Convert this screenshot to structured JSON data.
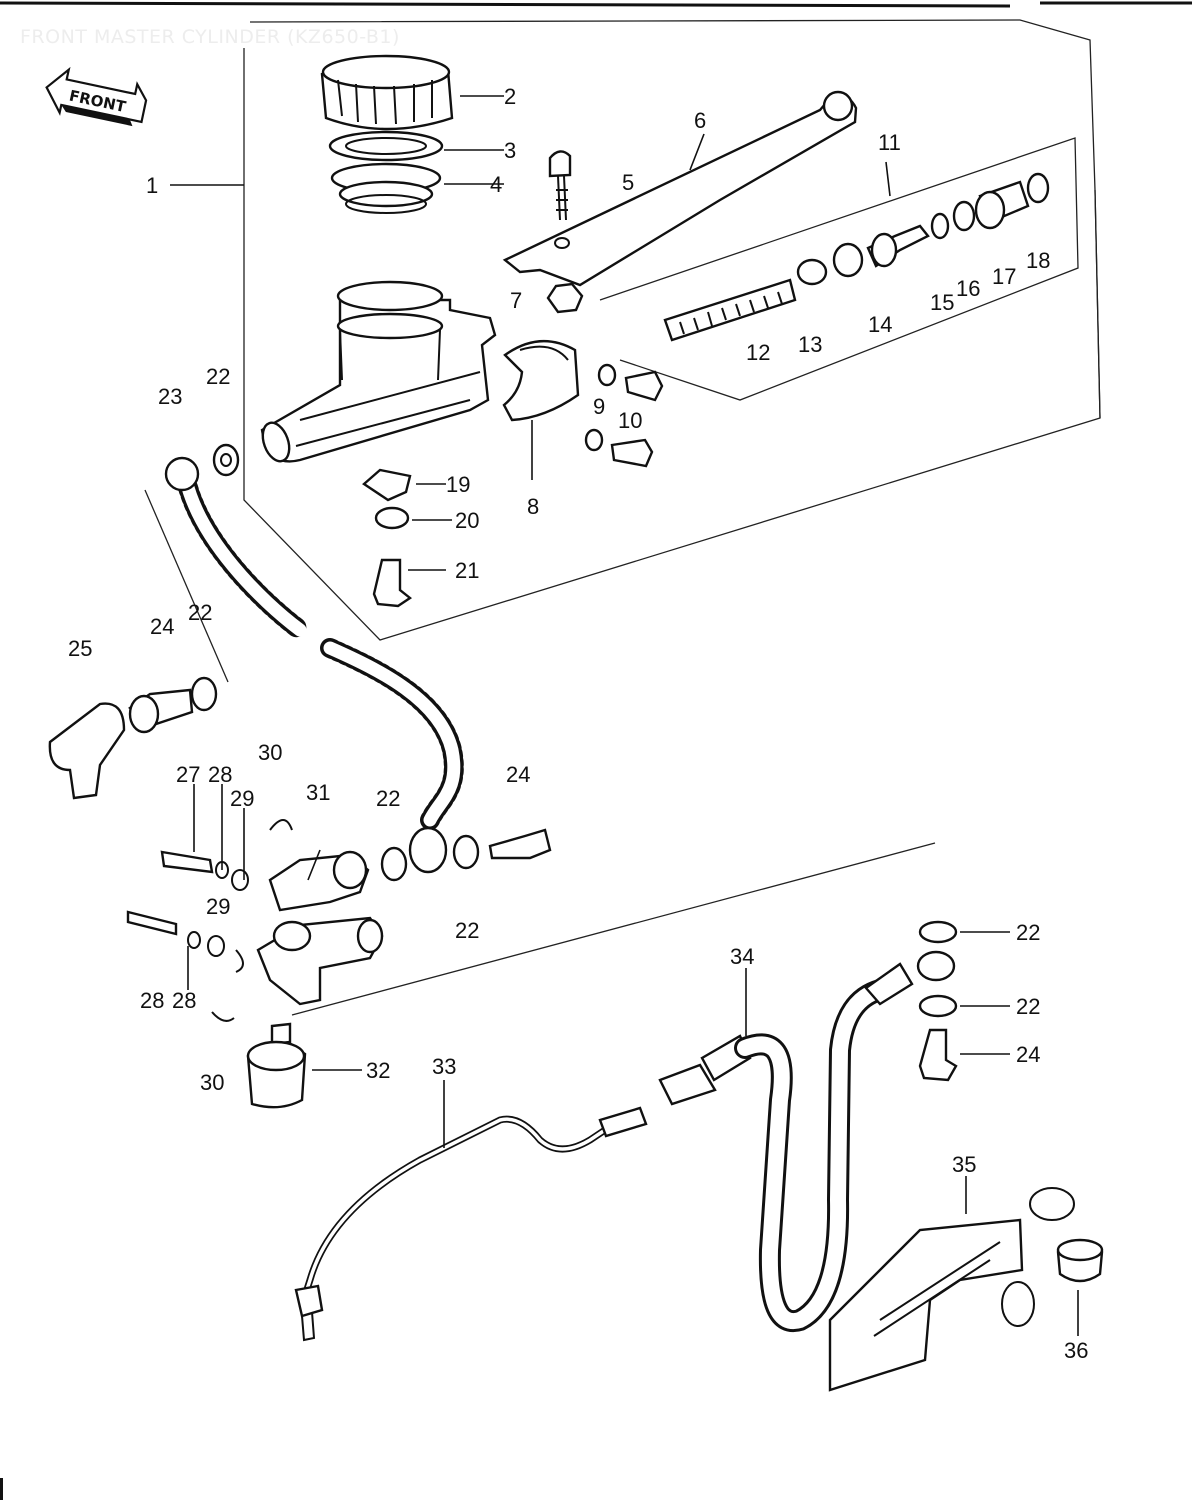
{
  "title": "FRONT MASTER CYLINDER (KZ650-B1)",
  "badge": {
    "label": "FRONT"
  },
  "callouts": [
    {
      "label": "1"
    },
    {
      "label": "2"
    },
    {
      "label": "3"
    },
    {
      "label": "4"
    },
    {
      "label": "5"
    },
    {
      "label": "6"
    },
    {
      "label": "7"
    },
    {
      "label": "8"
    },
    {
      "label": "9"
    },
    {
      "label": "10"
    },
    {
      "label": "11"
    },
    {
      "label": "12"
    },
    {
      "label": "13"
    },
    {
      "label": "14"
    },
    {
      "label": "15"
    },
    {
      "label": "16"
    },
    {
      "label": "17"
    },
    {
      "label": "18"
    },
    {
      "label": "19"
    },
    {
      "label": "20"
    },
    {
      "label": "21"
    },
    {
      "label": "22"
    },
    {
      "label": "23"
    },
    {
      "label": "22"
    },
    {
      "label": "24"
    },
    {
      "label": "25"
    },
    {
      "label": "22"
    },
    {
      "label": "24"
    },
    {
      "label": "22"
    },
    {
      "label": "27"
    },
    {
      "label": "28"
    },
    {
      "label": "29"
    },
    {
      "label": "30"
    },
    {
      "label": "31"
    },
    {
      "label": "29"
    },
    {
      "label": "28"
    },
    {
      "label": "28"
    },
    {
      "label": "30"
    },
    {
      "label": "32"
    },
    {
      "label": "33"
    },
    {
      "label": "34"
    },
    {
      "label": "22"
    },
    {
      "label": "22"
    },
    {
      "label": "24"
    },
    {
      "label": "35"
    },
    {
      "label": "36"
    }
  ]
}
